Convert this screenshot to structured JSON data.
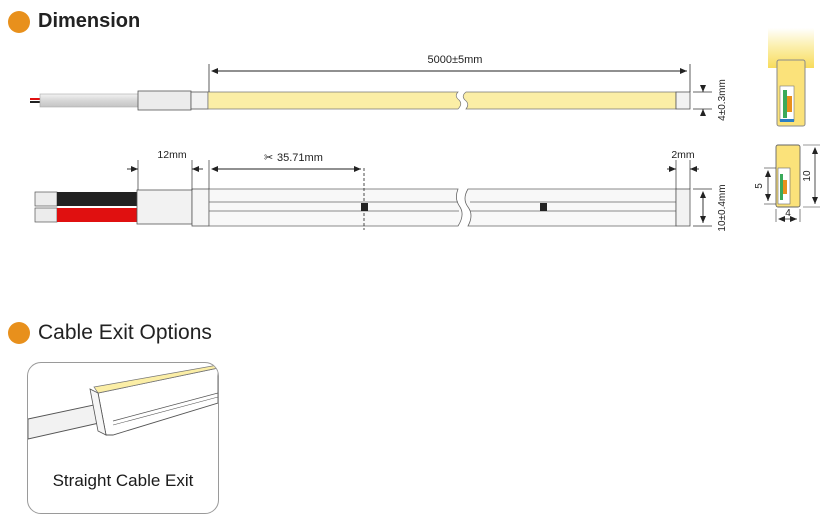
{
  "sections": {
    "dimension_title": "Dimension",
    "cable_exit_title": "Cable Exit Options"
  },
  "icons": [
    "badge-icon",
    "scissors-icon"
  ],
  "dimensions": {
    "total_length": "5000±5mm",
    "height": "4±0.3mm",
    "cable_length": "12mm",
    "cut_unit": "35.71mm",
    "end_cap": "2mm",
    "width": "10±0.4mm",
    "profile_inner": "5",
    "profile_height": "10",
    "profile_width": "4"
  },
  "options": [
    {
      "label": "Straight Cable Exit"
    }
  ],
  "colors": {
    "accent": "#e8901c",
    "glow": "#fbeea6",
    "cable_red": "#e01010",
    "cable_black": "#222222"
  }
}
